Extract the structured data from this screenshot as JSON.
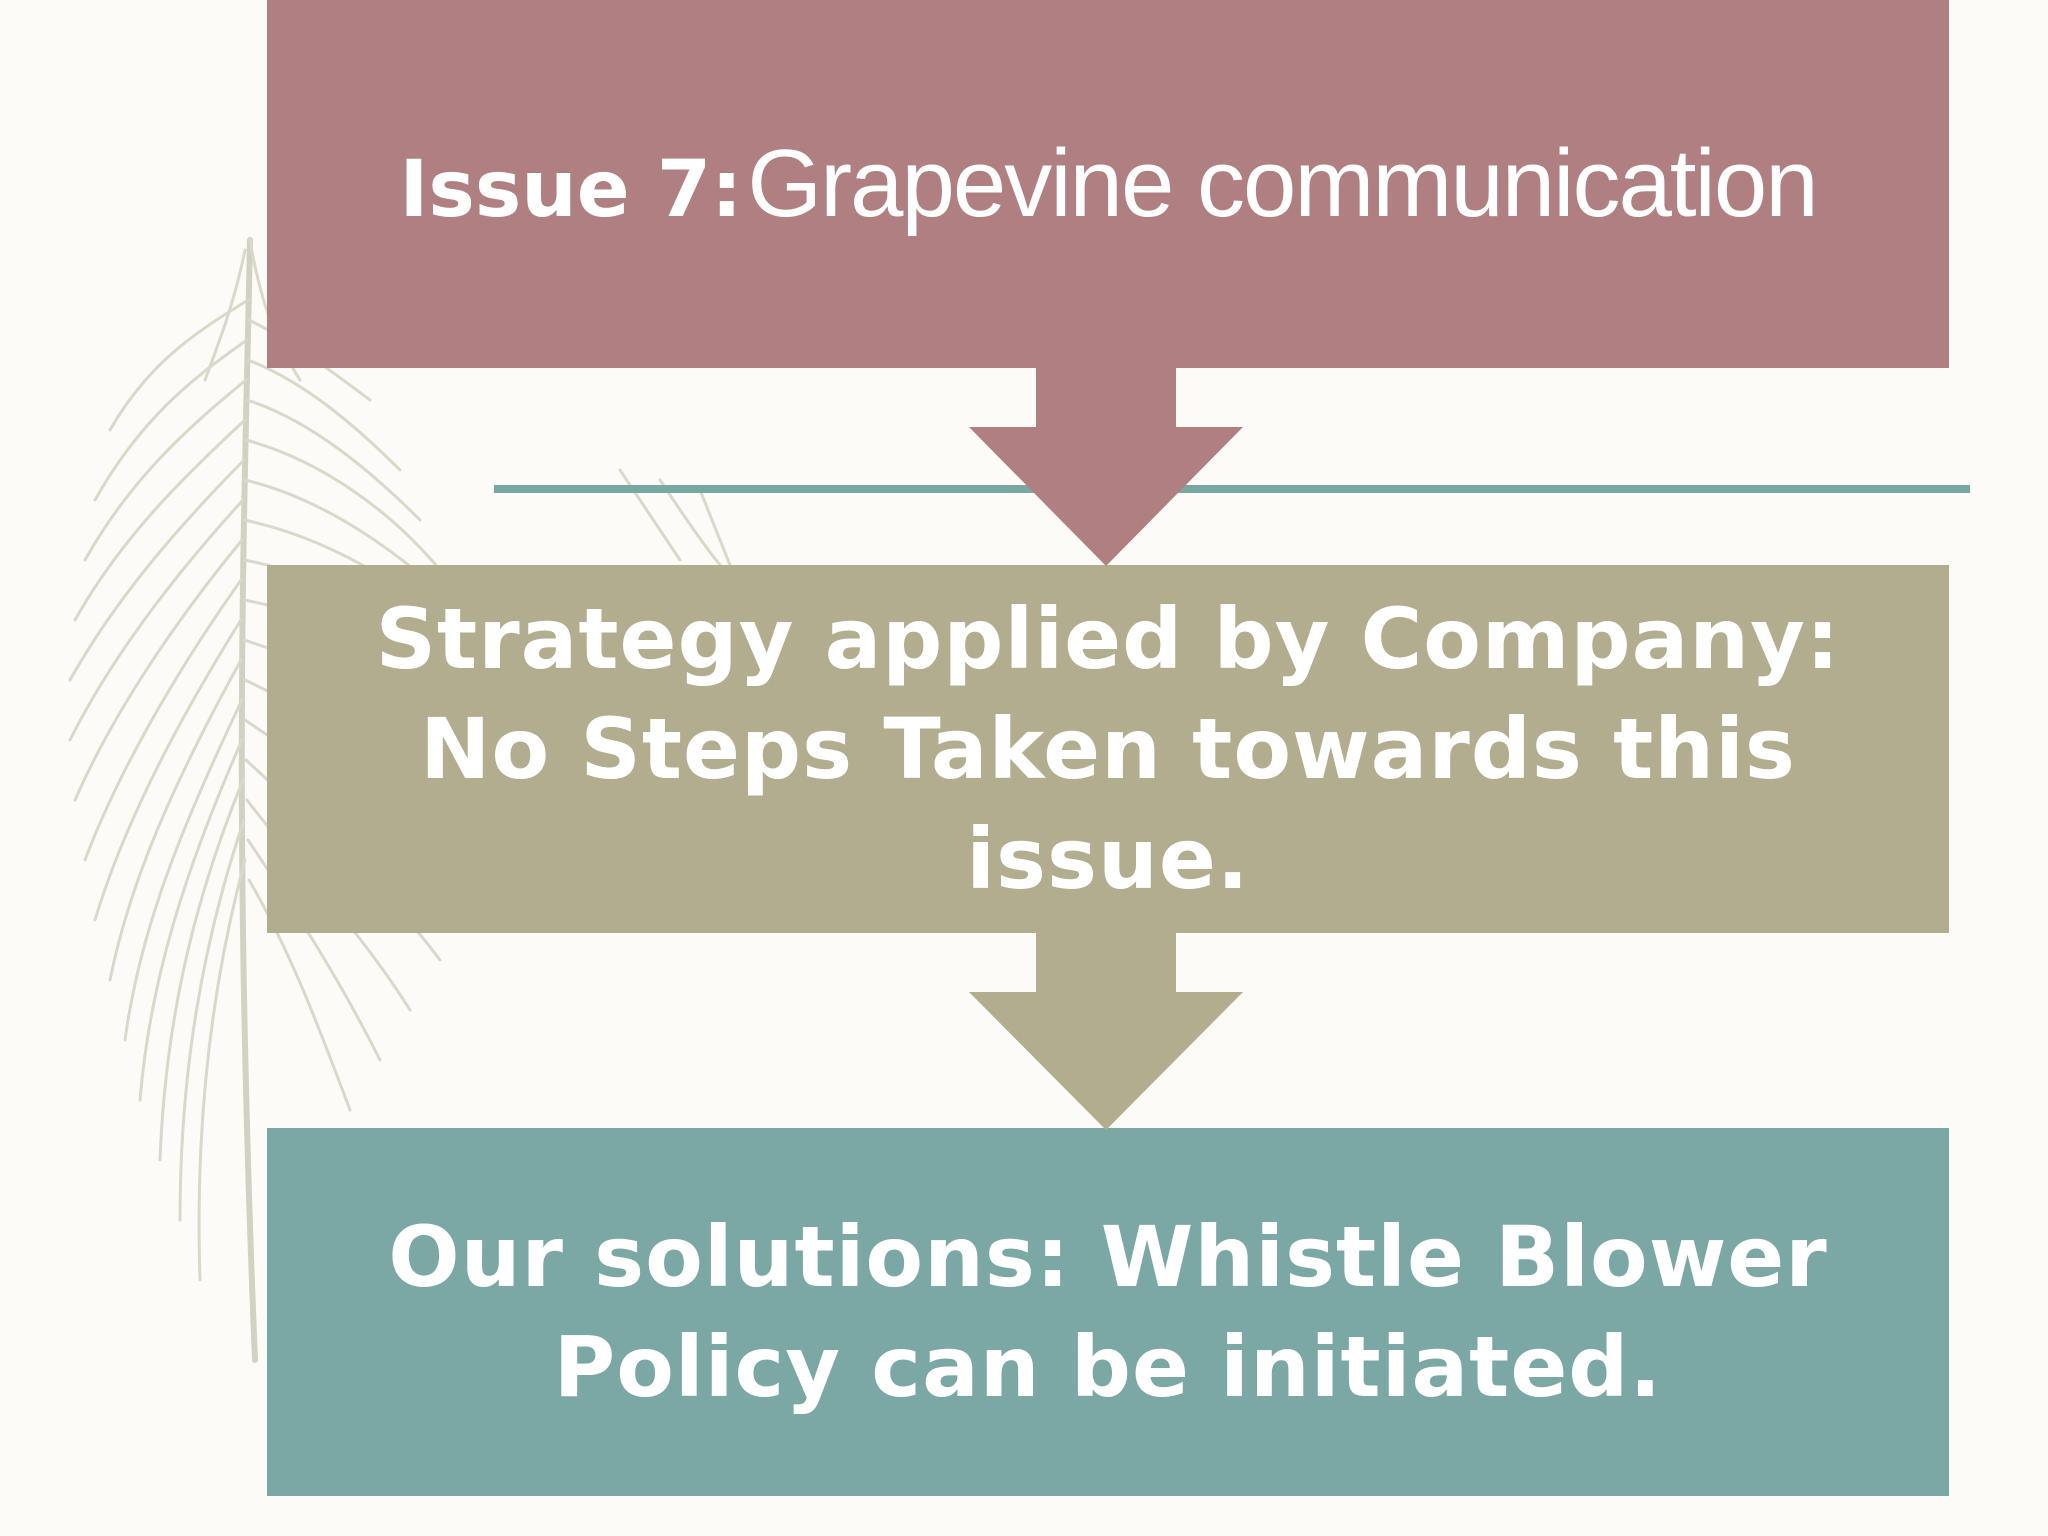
{
  "slide": {
    "issue": {
      "label": "Issue 7:",
      "topic": "Grapevine communication",
      "color": "#b07f82"
    },
    "strategy": {
      "text": "Strategy applied by Company: No Steps Taken towards this issue.",
      "color": "#b2ad8e"
    },
    "solution": {
      "text": "Our solutions: Whistle Blower Policy can be initiated.",
      "color": "#7ba8a4"
    },
    "background_decoration": "feather-icon",
    "accent_line_color": "#7aa7a2"
  }
}
